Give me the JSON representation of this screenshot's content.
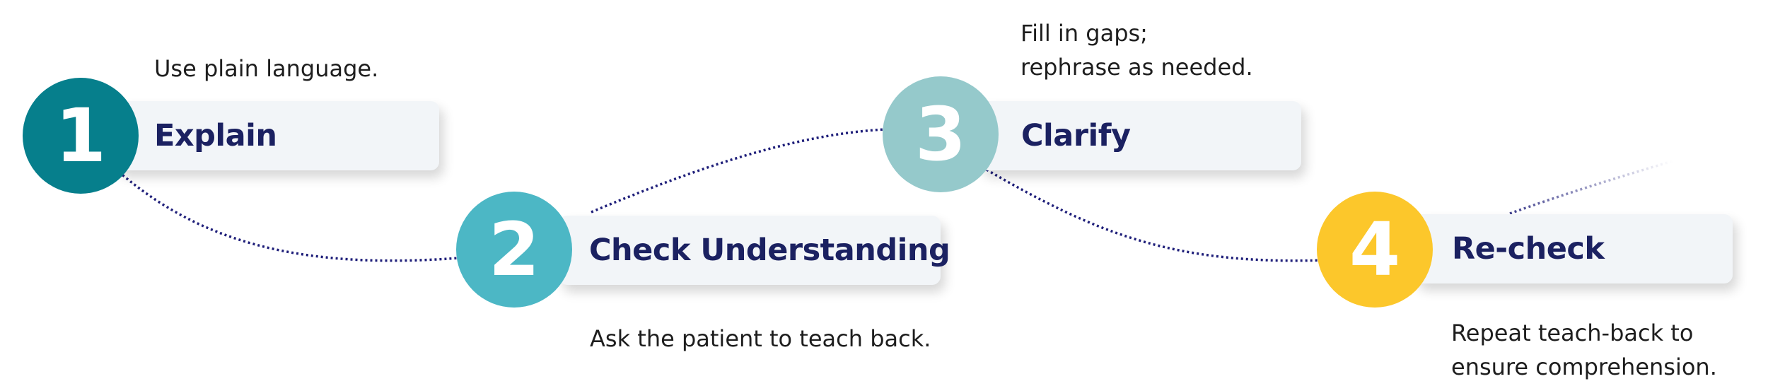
{
  "steps": [
    {
      "number": "1",
      "title": "Explain",
      "note": [
        "Use plain language."
      ],
      "color": "#067f8c"
    },
    {
      "number": "2",
      "title": "Check Understanding",
      "note": [
        "Ask the patient to teach back."
      ],
      "color": "#4cb7c5"
    },
    {
      "number": "3",
      "title": "Clarify",
      "note": [
        "Fill in gaps;",
        "rephrase as needed."
      ],
      "color": "#95c9cb"
    },
    {
      "number": "4",
      "title": "Re-check",
      "note": [
        "Repeat teach-back to",
        "ensure comprehension."
      ],
      "color": "#fcc72b"
    }
  ],
  "colors": {
    "card_background": "#f2f5f8",
    "title_text": "#1b2161",
    "connector": "#1f1f7a"
  }
}
